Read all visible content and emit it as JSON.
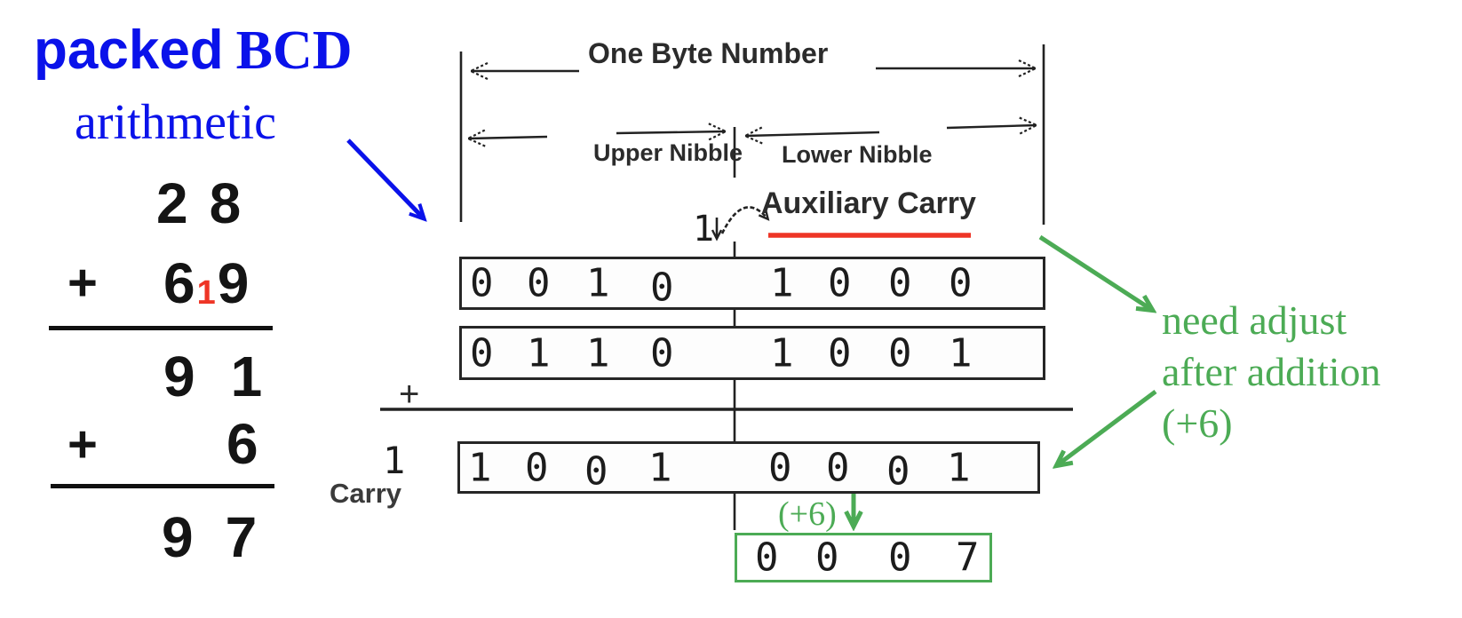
{
  "colors": {
    "blue": "#0a12ea",
    "red": "#ee3526",
    "green": "#4cab55",
    "ink": "#1b1b1b"
  },
  "title": {
    "word_sans": "packed",
    "word_serif": "BCD",
    "line2": "arithmetic"
  },
  "decimal": {
    "row1": {
      "d1": "2",
      "d2": "8"
    },
    "row2": {
      "op": "+",
      "d1": "6",
      "carry_digit": "1",
      "d2": "9"
    },
    "row3": {
      "d1": "9",
      "d2": "1"
    },
    "row4": {
      "op": "+",
      "d1": "6"
    },
    "row5": {
      "d1": "9",
      "d2": "7"
    }
  },
  "diagram": {
    "byte_label": "One Byte Number",
    "upper_label": "Upper Nibble",
    "lower_label": "Lower Nibble",
    "aux_label": "Auxiliary Carry",
    "aux_carry_value": "1",
    "plus": "+",
    "carry_value": "1",
    "carry_label": "Carry",
    "adjust_label": "(+6)",
    "rows": [
      {
        "bits": [
          "0",
          "0",
          "1",
          "0",
          "1",
          "0",
          "0",
          "0"
        ]
      },
      {
        "bits": [
          "0",
          "1",
          "1",
          "0",
          "1",
          "0",
          "0",
          "1"
        ]
      }
    ],
    "result": {
      "bits": [
        "1",
        "0",
        "0",
        "1",
        "0",
        "0",
        "0",
        "1"
      ]
    },
    "adjusted": {
      "bits": [
        "0",
        "0",
        "0",
        "7"
      ]
    }
  },
  "annotation": {
    "line1": "need adjust",
    "line2": "after addition",
    "line3": "(+6)"
  }
}
